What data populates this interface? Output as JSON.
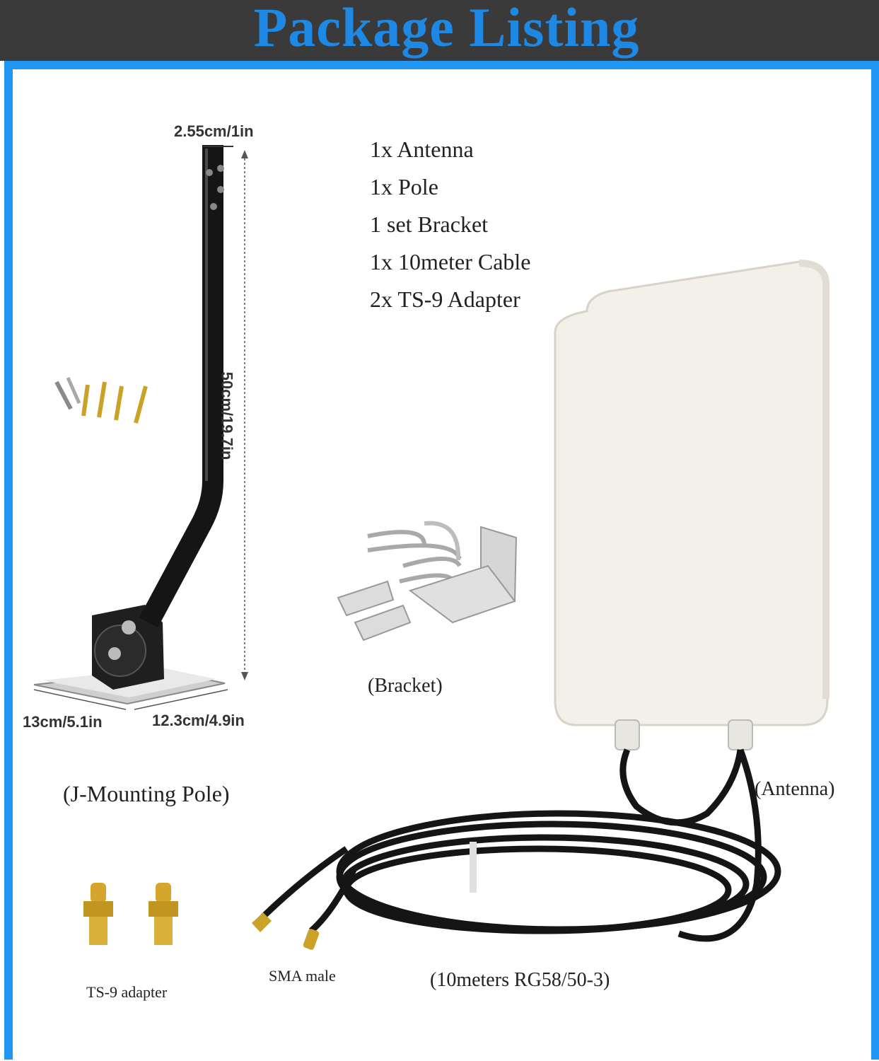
{
  "header": {
    "title": "Package Listing"
  },
  "package_items": [
    "1x Antenna",
    "1x Pole",
    "1 set Bracket",
    "1x 10meter Cable",
    "2x TS-9 Adapter"
  ],
  "pole": {
    "dim_top": "2.55cm/1in",
    "dim_height": "50cm/19.7in",
    "dim_base_left": "13cm/5.1in",
    "dim_base_right": "12.3cm/4.9in",
    "caption": "(J-Mounting Pole)"
  },
  "bracket": {
    "caption": "(Bracket)"
  },
  "antenna": {
    "caption": "(Antenna)"
  },
  "adapter": {
    "caption": "TS-9 adapter"
  },
  "connector": {
    "caption": "SMA male"
  },
  "cable": {
    "caption": "(10meters RG58/50-3)"
  },
  "colors": {
    "title": "#1e88e5",
    "header_bg": "#3a3a3a",
    "frame_border": "#2196f3",
    "pole": "#1a1a1a",
    "gold": "#d4a72c"
  }
}
